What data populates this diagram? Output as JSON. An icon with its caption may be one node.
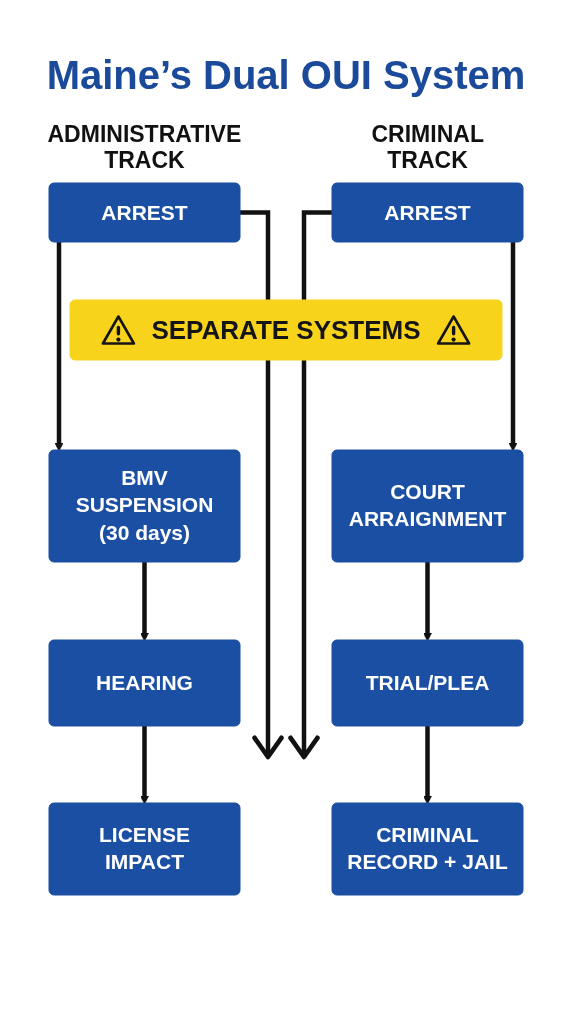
{
  "diagram": {
    "title": "Maine’s Dual OUI System",
    "nodes": [
      {
        "text": [
          "ARREST"
        ]
      },
      {
        "text": [
          "ARREST"
        ]
      },
      {
        "text": [
          "SEPARATE SYSTEMS"
        ]
      },
      {
        "text": [
          "BMV SUSPENSION (30 days)"
        ]
      },
      {
        "text": [
          "COURT ARRAIGNMENT"
        ]
      },
      {
        "text": [
          "HEARING"
        ]
      },
      {
        "text": [
          "TRIAL/PLEA"
        ]
      },
      {
        "text": [
          "LICENSE IMPACT"
        ]
      },
      {
        "text": [
          "CRIMINAL RECORD + JAIL"
        ]
      }
    ],
    "edges": [
      {
        "from": 0,
        "to": 3,
        "arrow": "to"
      },
      {
        "from": 0,
        "to": null,
        "arrow": "to"
      },
      {
        "from": 1,
        "to": null,
        "arrow": "to"
      },
      {
        "from": 1,
        "to": 4,
        "arrow": "to"
      },
      {
        "from": 3,
        "to": 5,
        "arrow": "to"
      },
      {
        "from": 4,
        "to": 6,
        "arrow": "to"
      },
      {
        "from": 5,
        "to": 7,
        "arrow": "to"
      },
      {
        "from": 6,
        "to": 8,
        "arrow": "to"
      }
    ],
    "labels": [
      "ADMINISTRATIVE TRACK",
      "CRIMINAL TRACK"
    ]
  }
}
